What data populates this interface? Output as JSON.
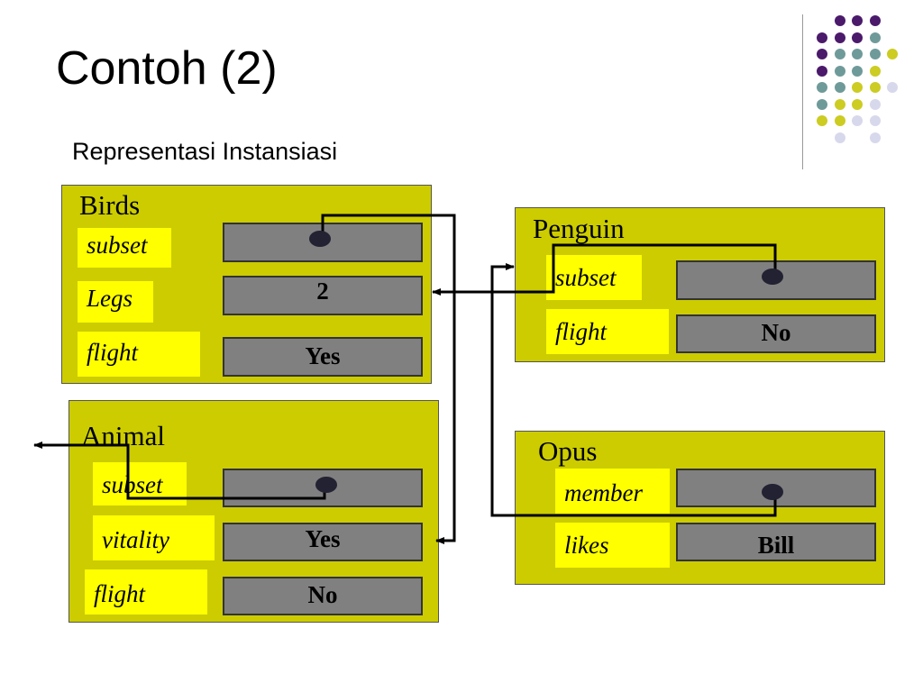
{
  "title": "Contoh (2)",
  "subtitle": "Representasi Instansiasi",
  "colors": {
    "frame": "#cccc00",
    "slot": "#ffff00",
    "value_box": "#808080",
    "pointer": "#222233",
    "dot_purple": "#4b1a6b",
    "dot_teal": "#6f9a9a",
    "dot_olive": "#cccc22",
    "dot_lavender": "#d8d8ec"
  },
  "frames": {
    "birds": {
      "name": "Birds",
      "slots": [
        {
          "label": "subset",
          "value": ""
        },
        {
          "label": "Legs",
          "value": "2"
        },
        {
          "label": "flight",
          "value": "Yes"
        }
      ]
    },
    "animal": {
      "name": "Animal",
      "slots": [
        {
          "label": "subset",
          "value": ""
        },
        {
          "label": "vitality",
          "value": "Yes"
        },
        {
          "label": "flight",
          "value": "No"
        }
      ]
    },
    "penguin": {
      "name": "Penguin",
      "slots": [
        {
          "label": "subset",
          "value": ""
        },
        {
          "label": "flight",
          "value": "No"
        }
      ]
    },
    "opus": {
      "name": "Opus",
      "slots": [
        {
          "label": "member",
          "value": ""
        },
        {
          "label": "likes",
          "value": "Bill"
        }
      ]
    }
  }
}
